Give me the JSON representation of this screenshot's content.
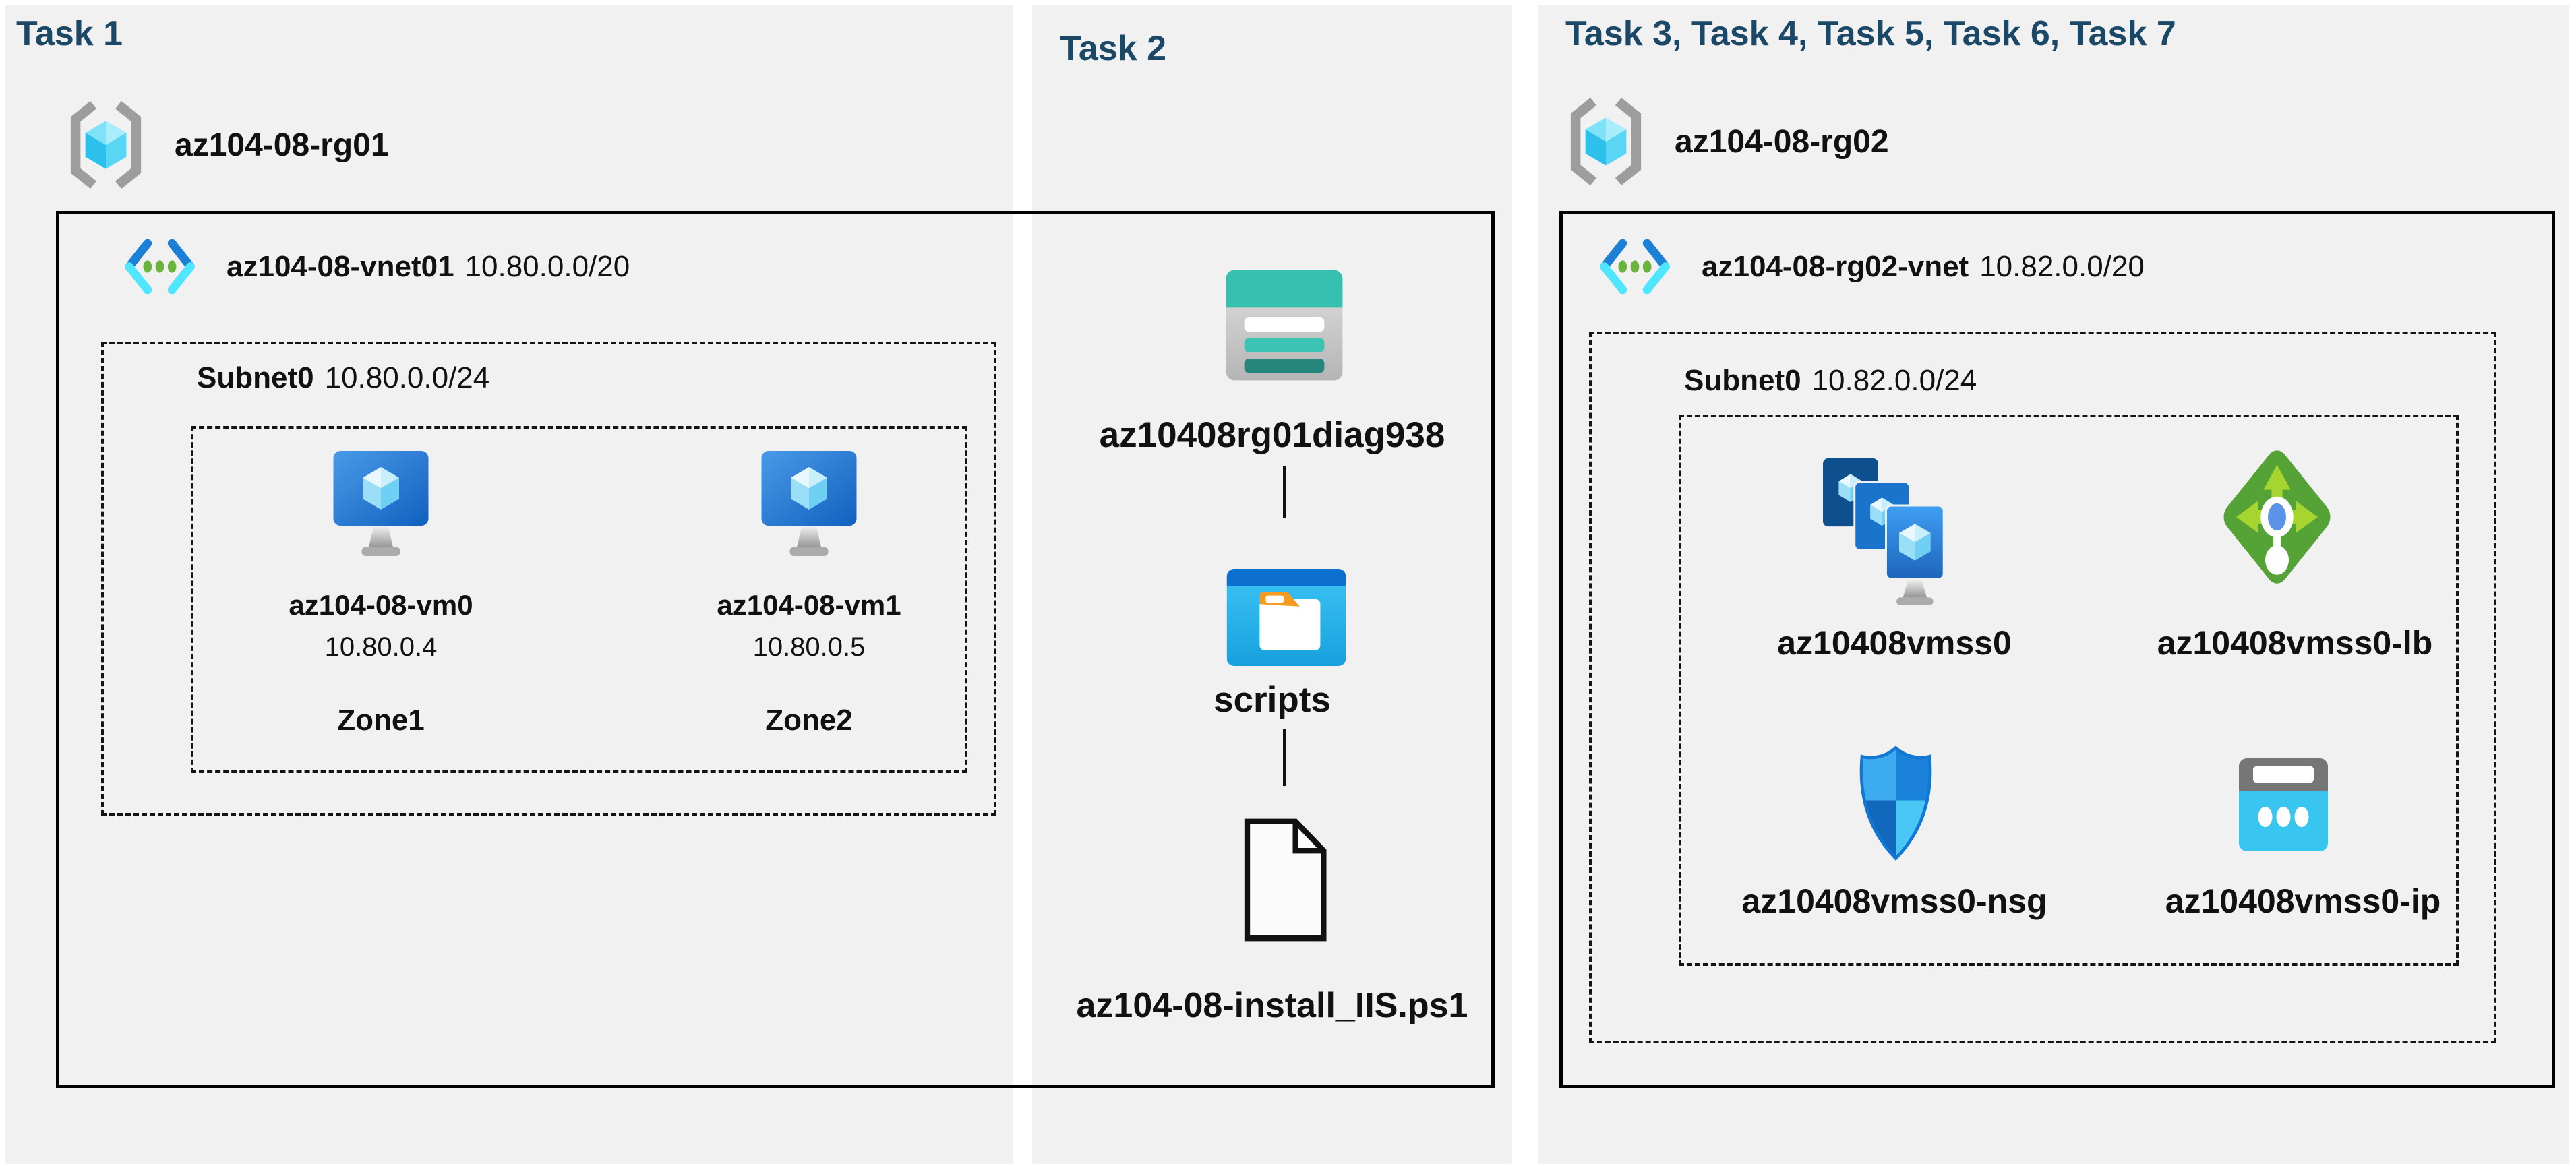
{
  "colors": {
    "page-bg": "#ffffff",
    "panel-bg": "#f1f1f1",
    "title-color": "#1c4868",
    "text-color": "#111111",
    "teal": "#36c0b0",
    "teal-dark": "#27867b",
    "azure-blue": "#1b80d6",
    "cyan": "#38c6f0",
    "lb-green": "#55a237",
    "lb-green-light": "#a7d52f",
    "folder-orange": "#f59b22"
  },
  "icons": {
    "resource_group": "resource-group-icon",
    "virtual_network": "virtual-network-icon",
    "virtual_machine": "virtual-machine-icon",
    "vm_scale_set": "vmss-icon",
    "load_balancer": "load-balancer-icon",
    "network_security_group": "nsg-icon",
    "public_ip": "public-ip-icon",
    "storage_account": "storage-account-icon",
    "blob_container": "folder-container-icon",
    "script_file": "document-icon"
  },
  "task1": {
    "title": "Task 1",
    "resource_group": "az104-08-rg01",
    "vnet": {
      "name": "az104-08-vnet01",
      "cidr": "10.80.0.0/20"
    },
    "subnet": {
      "name": "Subnet0",
      "cidr": "10.80.0.0/24"
    },
    "vms": [
      {
        "name": "az104-08-vm0",
        "ip": "10.80.0.4",
        "zone": "Zone1"
      },
      {
        "name": "az104-08-vm1",
        "ip": "10.80.0.5",
        "zone": "Zone2"
      }
    ]
  },
  "task2": {
    "title": "Task 2",
    "storage_account": "az10408rg01diag938",
    "container": "scripts",
    "file": "az104-08-install_IIS.ps1"
  },
  "task3": {
    "title": "Task 3, Task 4, Task 5, Task 6, Task 7",
    "resource_group": "az104-08-rg02",
    "vnet": {
      "name": "az104-08-rg02-vnet",
      "cidr": "10.82.0.0/20"
    },
    "subnet": {
      "name": "Subnet0",
      "cidr": "10.82.0.0/24"
    },
    "resources": [
      {
        "name": "az10408vmss0"
      },
      {
        "name": "az10408vmss0-lb"
      },
      {
        "name": "az10408vmss0-nsg"
      },
      {
        "name": "az10408vmss0-ip"
      }
    ]
  }
}
